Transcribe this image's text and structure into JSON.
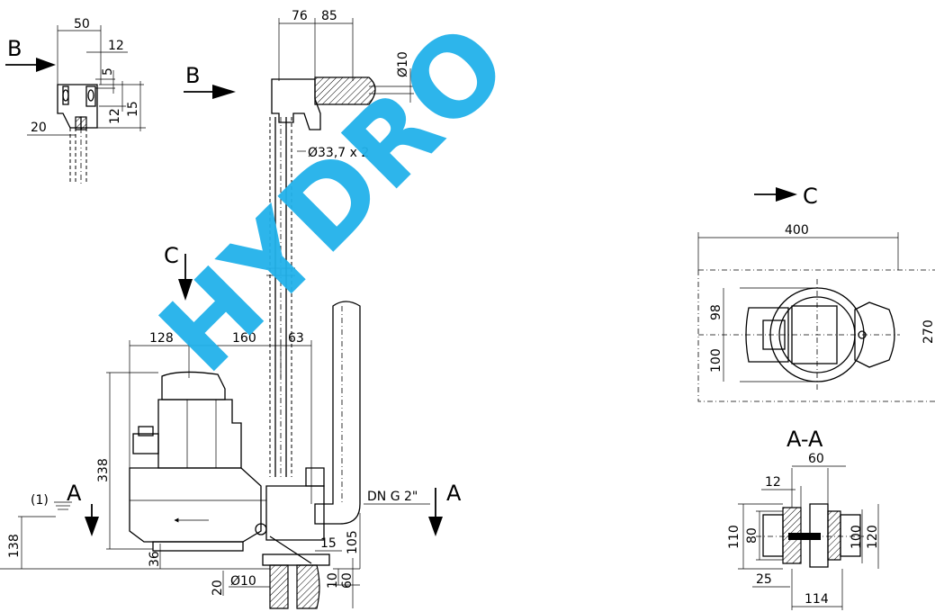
{
  "watermark": "HYDRO",
  "section_labels": {
    "b_detail": "B",
    "b_main": "B",
    "c_top": "C",
    "c_view": "C",
    "a_left": "A",
    "a_right": "A",
    "aa_title": "A-A"
  },
  "detail_b": {
    "d50": "50",
    "d12": "12",
    "d5": "5",
    "d12b": "12",
    "d15": "15",
    "d20": "20"
  },
  "main_view": {
    "d76": "76",
    "d85": "85",
    "d10_top": "Ø10",
    "pipe_dia": "Ø33,7 x 2",
    "d128": "128",
    "d160": "160",
    "d63": "63",
    "d338": "338",
    "d138": "138",
    "note1": "(1)",
    "dn": "DN G 2\"",
    "d105": "105",
    "d15": "15",
    "d36": "36",
    "d20": "20",
    "d10_bottom": "Ø10",
    "d10": "10",
    "d60": "60"
  },
  "view_c": {
    "d400": "400",
    "d98": "98",
    "d100": "100",
    "d270": "270"
  },
  "section_aa": {
    "d60": "60",
    "d12": "12",
    "d110": "110",
    "d80": "80",
    "d100": "100",
    "d120": "120",
    "d25": "25",
    "d114": "114"
  }
}
